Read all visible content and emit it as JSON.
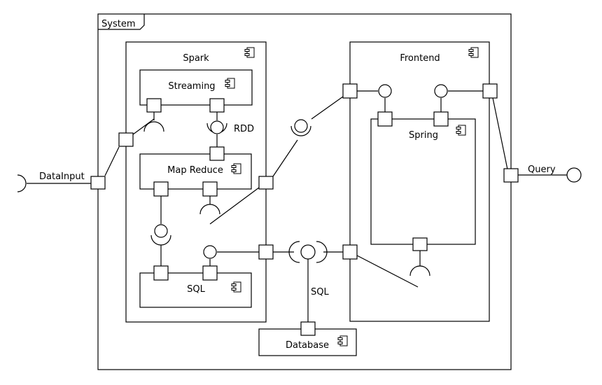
{
  "diagram": {
    "type": "uml-component",
    "system_label": "System",
    "components": {
      "spark": "Spark",
      "streaming": "Streaming",
      "map_reduce": "Map Reduce",
      "sql": "SQL",
      "frontend": "Frontend",
      "spring": "Spring",
      "database": "Database"
    },
    "interfaces": {
      "data_input": "DataInput",
      "rdd": "RDD",
      "sql": "SQL",
      "query": "Query"
    },
    "icon": "component-icon"
  }
}
